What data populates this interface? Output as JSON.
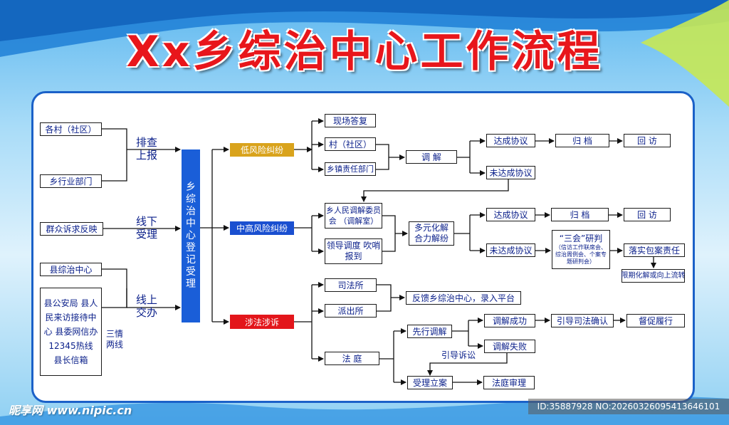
{
  "title": "Xx乡综治中心工作流程",
  "sources": {
    "village": "各村（社区）",
    "township_dept": "乡行业部门",
    "public": "群众诉求反映",
    "county_center": "县综治中心",
    "county_group": "县公安局 县人民来访接待中心 县委网信办 12345热线 县长信箱"
  },
  "channel_labels": {
    "inspection": "排查 上报",
    "offline": "线下 受理",
    "online": "线上 交办",
    "three_lines": "三情 两线"
  },
  "central": "乡综治中心登记受理",
  "categories": {
    "low": "低风险纠纷",
    "mid": "中高风险纠纷",
    "legal": "涉法涉诉"
  },
  "low_branch": {
    "onsite": "现场答复",
    "village": "村（社区）",
    "township": "乡镇责任部门",
    "mediate": "调 解",
    "agreed": "达成协议",
    "archive": "归 档",
    "revisit": "回 访",
    "not_agreed": "未达成协议"
  },
  "mid_branch": {
    "committee": "乡人民调解委员会 （调解室）",
    "leader": "领导调度 吹哨报到",
    "diverse": "多元化解 合力解纷",
    "agreed": "达成协议",
    "archive": "归 档",
    "revisit": "回 访",
    "not_agreed": "未达成协议",
    "three_meetings_title": "“三会”研判",
    "three_meetings_detail": "（信访工作联席会、综治周例会、个案专题研判会）",
    "responsibility": "落实包案责任",
    "deadline": "限期化解或向上流转"
  },
  "legal_branch": {
    "judicial": "司法所",
    "police": "派出所",
    "feedback": "反馈乡综治中心，录入平台",
    "court": "法 庭",
    "pre_mediate": "先行调解",
    "success": "调解成功",
    "fail": "调解失败",
    "guide_litigation": "引导诉讼",
    "judicial_confirm": "引导司法确认",
    "enforce": "督促履行",
    "filing": "受理立案",
    "trial": "法庭审理"
  },
  "watermark_left": "昵享网 www.nipic.cn",
  "watermark_right": "ID:35887928 NO:20260326095413646101",
  "colors": {
    "title": "#e8161b",
    "panel_border": "#1b61c8",
    "central": "#1a5ed8",
    "low_tag": "#d9a31c",
    "mid_tag": "#1a4fd0",
    "legal_tag": "#e3161b",
    "text": "#0a1f8a"
  }
}
